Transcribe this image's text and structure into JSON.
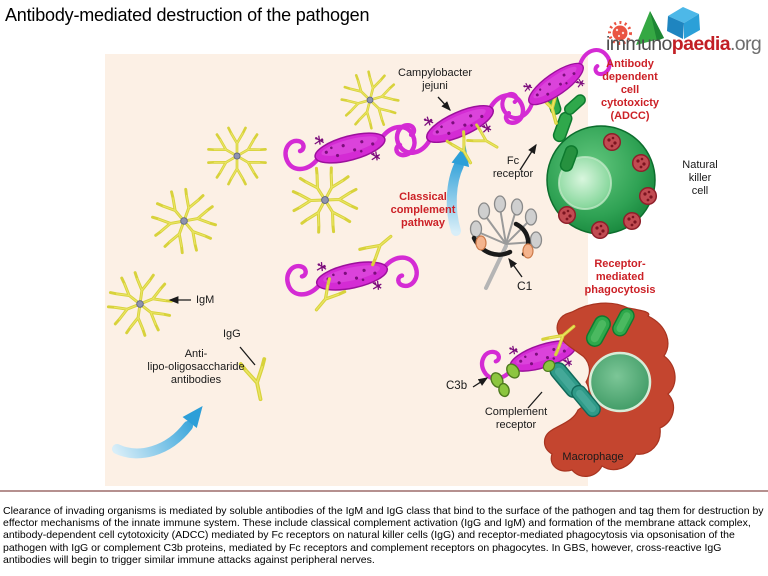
{
  "title": "Antibody-mediated destruction of the pathogen",
  "logo": {
    "part1": "immuno",
    "part2": "paedia",
    "part3": ".org"
  },
  "diagram": {
    "labels": {
      "campylobacter": {
        "lines": [
          "Campylobacter",
          "jejuni"
        ]
      },
      "igm": "IgM",
      "igg": "IgG",
      "anti_lps": {
        "lines": [
          "Anti-",
          "lipo-oligosaccharide",
          "antibodies"
        ]
      },
      "classical": {
        "lines": [
          "Classical",
          "complement",
          "pathway"
        ]
      },
      "c1": "C1",
      "fc": {
        "lines": [
          "Fc",
          "receptor"
        ]
      },
      "adcc": {
        "lines": [
          "Antibody",
          "dependent",
          "cell",
          "cytotoxicty",
          "(ADCC)"
        ]
      },
      "nk": {
        "lines": [
          "Natural",
          "killer",
          "cell"
        ]
      },
      "phagocytosis": {
        "lines": [
          "Receptor-",
          "mediated",
          "phagocytosis"
        ]
      },
      "c3b": "C3b",
      "complement_receptor": {
        "lines": [
          "Complement",
          "receptor"
        ]
      },
      "macrophage": "Macrophage"
    }
  },
  "caption": "Clearance of invading organisms is mediated by soluble antibodies of the IgM and IgG class that bind to the surface of the pathogen and tag them for destruction by effector mechanisms of the innate immune system. These include classical complement activation (IgG and IgM) and formation of the membrane attack complex, antibody-dependent cell cytotoxicity (ADCC) mediated by Fc receptors on natural killer cells (IgG) and receptor-mediated phagocytosis via opsonisation of the pathogen with IgG or complement C3b proteins, mediated by Fc receptors and complement receptors on phagocytes. In GBS, however, cross-reactive IgG antibodies will begin to trigger similar immune attacks against peripheral nerves.",
  "palette": {
    "panel_bg": "#fcf0e5",
    "red_label": "#cc2127",
    "bacterium_magenta": "#d42bd4",
    "antibody_yellow": "#d8d23b",
    "nk_green": "#2fa254",
    "macrophage_red": "#c4452f",
    "receptor_green": "#2fa84b",
    "complement_teal": "#2f9a88",
    "c3b_green": "#8cc63f",
    "arrow_blue": "#2d9fd8",
    "caption_border": "#b5908f",
    "logo_red": "#c21f25"
  }
}
